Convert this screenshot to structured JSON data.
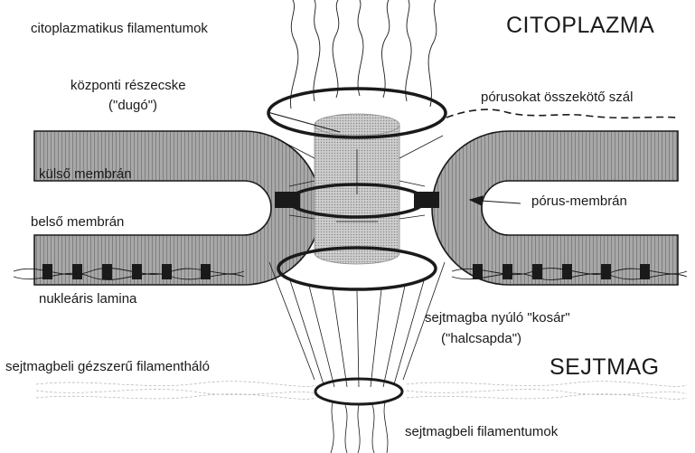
{
  "diagram": {
    "regions": {
      "cytoplasm": "CITOPLAZMA",
      "nucleus": "SEJTMAG"
    },
    "labels": {
      "cytoplasmic_filaments": "citoplazmatikus filamentumok",
      "central_particle_line1": "központi részecske",
      "central_particle_line2": "(\"dugó\")",
      "pore_linking_fiber": "pórusokat összekötő szál",
      "outer_membrane": "külső membrán",
      "inner_membrane": "belső membrán",
      "pore_membrane": "pórus-membrán",
      "nuclear_lamina": "nukleáris lamina",
      "basket_line1": "sejtmagba nyúló \"kosár\"",
      "basket_line2": "(\"halcsapda\")",
      "nuclear_gel_network": "sejtmagbeli gézszerű filamentháló",
      "nuclear_filaments": "sejtmagbeli filamentumok"
    },
    "colors": {
      "ink": "#1a1a1a",
      "membrane_fill": "#9a9a9a",
      "plug_fill": "#c4c4c4"
    }
  }
}
